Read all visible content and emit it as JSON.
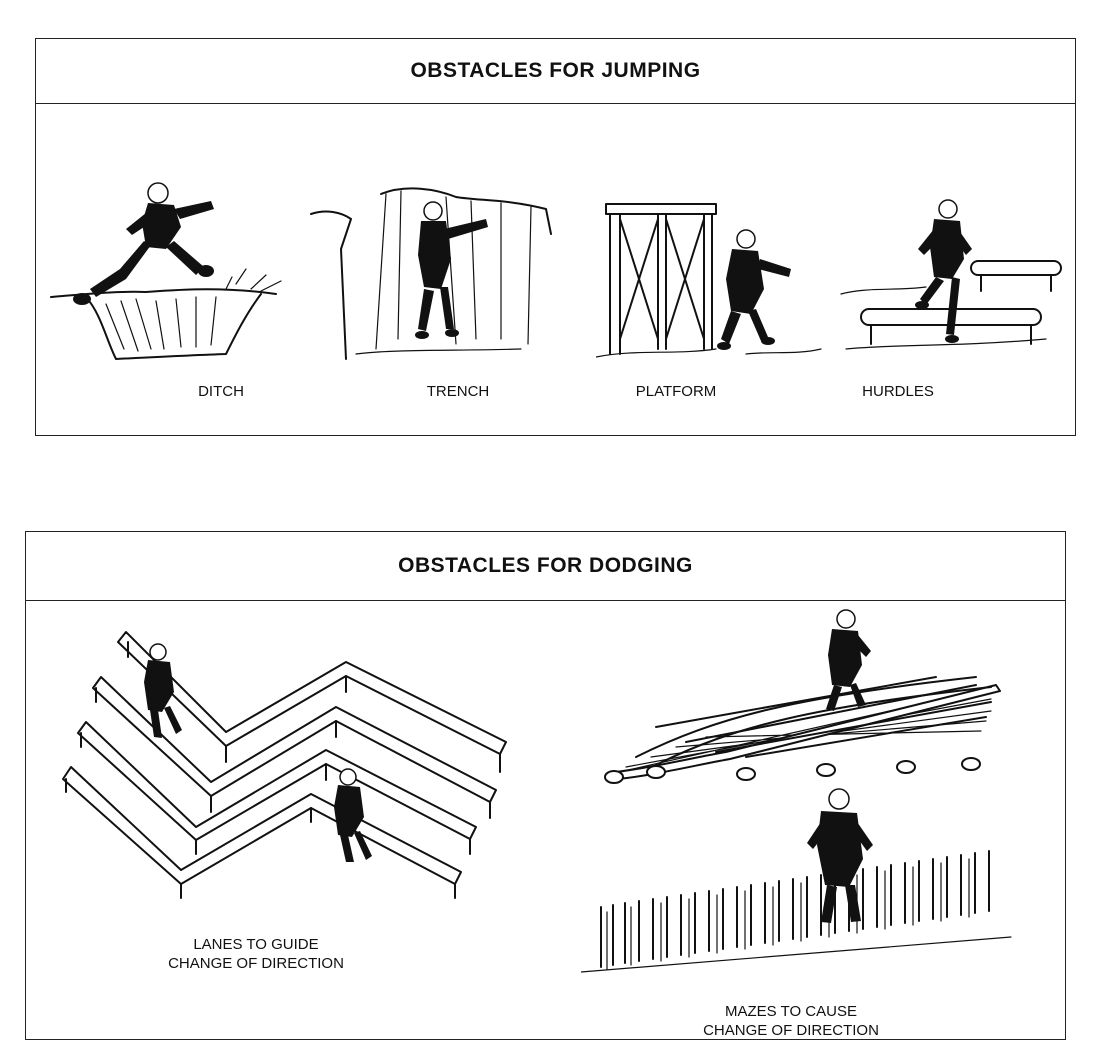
{
  "jumping": {
    "title": "OBSTACLES FOR JUMPING",
    "items": [
      {
        "label": "DITCH"
      },
      {
        "label": "TRENCH"
      },
      {
        "label": "PLATFORM"
      },
      {
        "label": "HURDLES"
      }
    ]
  },
  "dodging": {
    "title": "OBSTACLES FOR DODGING",
    "lanes": {
      "line1": "LANES TO GUIDE",
      "line2": "CHANGE OF DIRECTION"
    },
    "mazes": {
      "line1": "MAZES TO CAUSE",
      "line2": "CHANGE OF DIRECTION"
    }
  },
  "icons": [
    "soldier-figure",
    "log-beam",
    "post",
    "ground-hatching"
  ]
}
